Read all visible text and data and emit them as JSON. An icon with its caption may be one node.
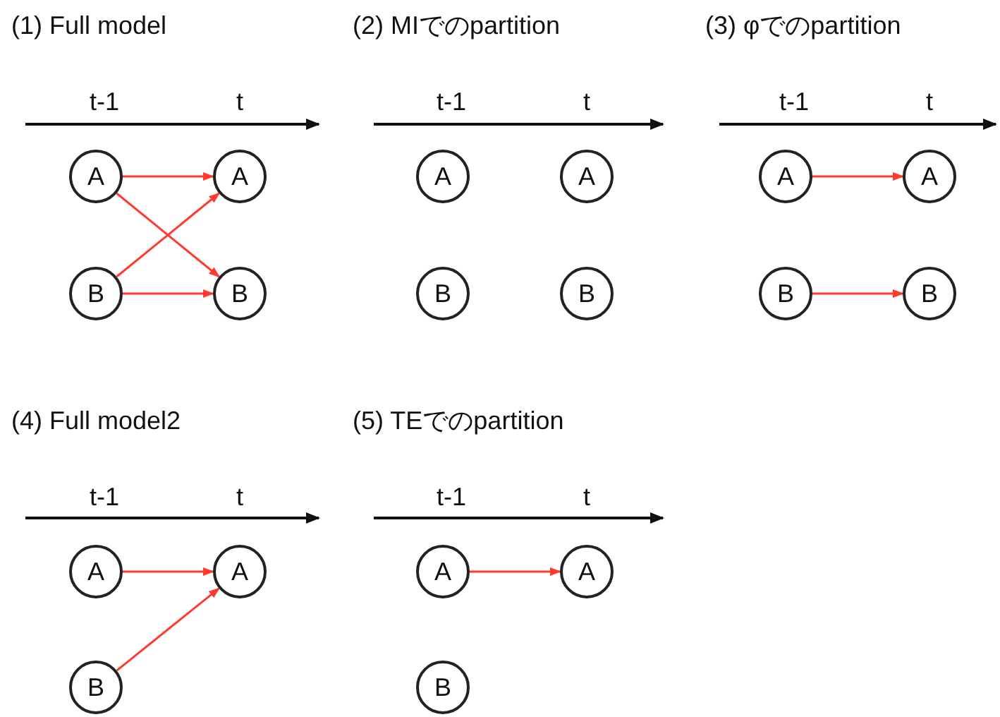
{
  "diagram": {
    "nodes": [
      {
        "text": [
          "A"
        ]
      },
      {
        "text": [
          "A"
        ]
      },
      {
        "text": [
          "B"
        ]
      },
      {
        "text": [
          "B"
        ]
      },
      {
        "text": [
          "A"
        ]
      },
      {
        "text": [
          "A"
        ]
      },
      {
        "text": [
          "B"
        ]
      },
      {
        "text": [
          "B"
        ]
      },
      {
        "text": [
          "A"
        ]
      },
      {
        "text": [
          "A"
        ]
      },
      {
        "text": [
          "B"
        ]
      },
      {
        "text": [
          "B"
        ]
      },
      {
        "text": [
          "A"
        ]
      },
      {
        "text": [
          "A"
        ]
      },
      {
        "text": [
          "B"
        ]
      },
      {
        "text": [
          "A"
        ]
      },
      {
        "text": [
          "A"
        ]
      },
      {
        "text": [
          "B"
        ]
      }
    ],
    "edges": [
      {
        "from": 0,
        "to": 1,
        "arrow": "to"
      },
      {
        "from": 0,
        "to": 3,
        "arrow": "to"
      },
      {
        "from": 2,
        "to": 1,
        "arrow": "to"
      },
      {
        "from": 2,
        "to": 3,
        "arrow": "to"
      },
      {
        "from": 8,
        "to": 9,
        "arrow": "to"
      },
      {
        "from": 10,
        "to": 11,
        "arrow": "to"
      },
      {
        "from": 12,
        "to": 13,
        "arrow": "to"
      },
      {
        "from": 14,
        "to": 13,
        "arrow": "to"
      },
      {
        "from": 15,
        "to": 16,
        "arrow": "to"
      }
    ],
    "labels": [
      "(1) Full model",
      "(2) MIでのpartition",
      "(3) φでのpartition",
      "t-1",
      "t",
      "t-1",
      "t",
      "t-1",
      "t",
      "(4) Full model2",
      "(5) TEでのpartition",
      "t-1",
      "t",
      "t-1",
      "t"
    ]
  }
}
